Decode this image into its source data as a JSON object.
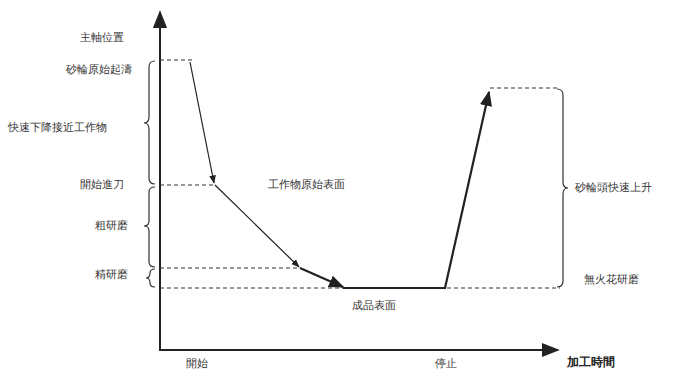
{
  "diagram": {
    "labels": [
      "主軸位置",
      "砂輪原始起濤",
      "快速下降接近工作物",
      "開始進刀",
      "粗研磨",
      "精研磨",
      "工作物原始表面",
      "成品表面",
      "砂輪頭快速上升",
      "無火花研磨",
      "開始",
      "停止",
      "加工時間"
    ]
  }
}
